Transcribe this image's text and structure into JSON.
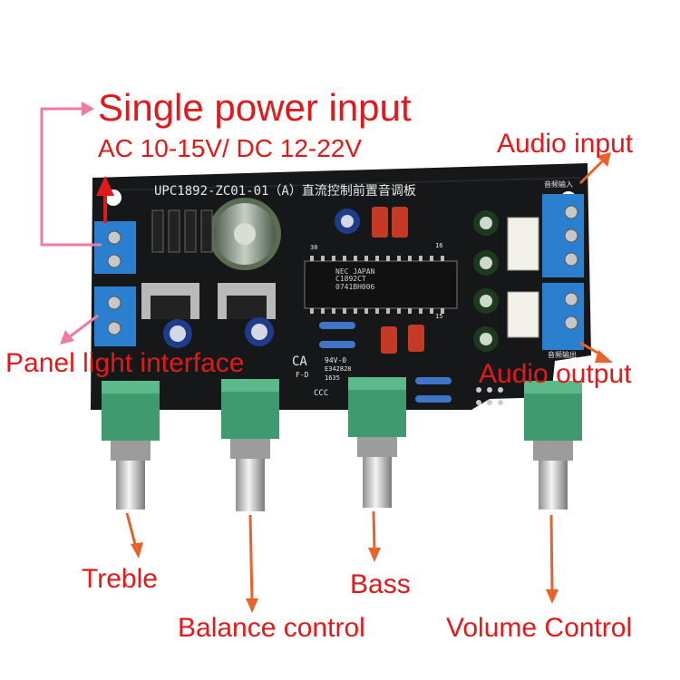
{
  "labels": {
    "title": "Single power input",
    "voltage": "AC 10-15V/ DC 12-22V",
    "audio_input": "Audio input",
    "audio_output": "Audio output",
    "panel_light": "Panel light interface",
    "treble": "Treble",
    "bass": "Bass",
    "balance": "Balance control",
    "volume": "Volume Control"
  },
  "board": {
    "model": "UPC1892-ZC01-01（A）直流控制前置音调板",
    "chip_lines": [
      "NEC JAPAN",
      "C1892CT",
      "0741BH006"
    ],
    "audio_in_silk": "音频输入",
    "audio_out_silk": "音频输出",
    "logo": "CCC",
    "marks": [
      "CA",
      "F-D",
      "94V-0",
      "E342828",
      "1635",
      "30",
      "16",
      "15"
    ]
  },
  "colors": {
    "label_text": "#e01a1a",
    "arrow_orange": "#e8622b",
    "arrow_pink": "#ee7ca0",
    "pcb": "#151718",
    "terminal_blue": "#2b7fcf",
    "knob_green": "#3f9b6f"
  }
}
